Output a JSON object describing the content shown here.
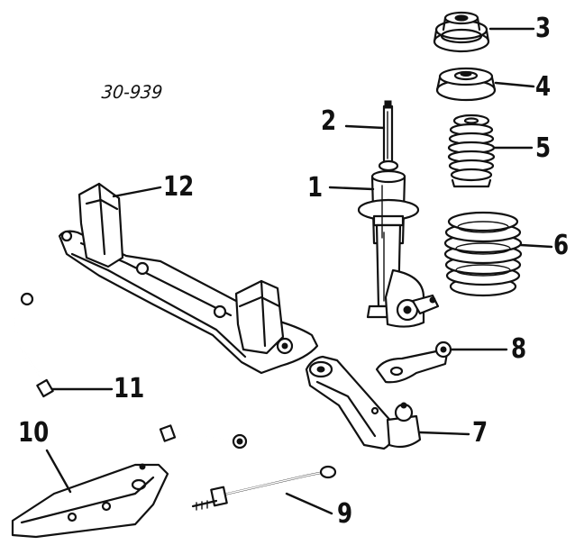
{
  "catalog_number": "30-939",
  "callouts": [
    {
      "id": "1",
      "label": "1"
    },
    {
      "id": "2",
      "label": "2"
    },
    {
      "id": "3",
      "label": "3"
    },
    {
      "id": "4",
      "label": "4"
    },
    {
      "id": "5",
      "label": "5"
    },
    {
      "id": "6",
      "label": "6"
    },
    {
      "id": "7",
      "label": "7"
    },
    {
      "id": "8",
      "label": "8"
    },
    {
      "id": "9",
      "label": "9"
    },
    {
      "id": "10",
      "label": "10"
    },
    {
      "id": "11",
      "label": "11"
    },
    {
      "id": "12",
      "label": "12"
    }
  ],
  "colors": {
    "ink": "#111111",
    "paper": "#ffffff"
  }
}
